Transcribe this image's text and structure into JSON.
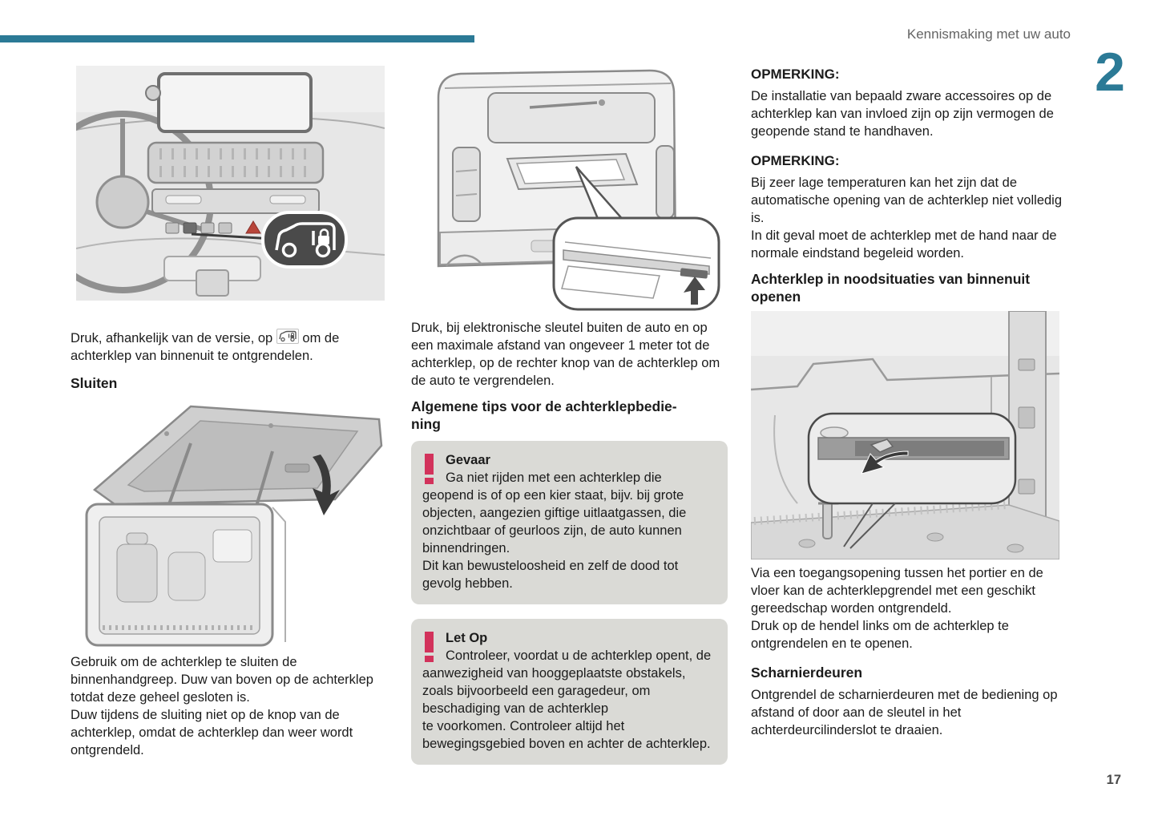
{
  "header": {
    "title": "Kennismaking met uw auto",
    "chapter": "2"
  },
  "page_number": "17",
  "colors": {
    "accent_teal": "#2b7a96",
    "warning_red": "#d2325b",
    "warning_box_bg": "#dadad6"
  },
  "left_column": {
    "para1_before": "Druk, afhankelijk van de versie, op ",
    "para1_icon": "van-lock-icon",
    "para1_after": " om de achterklep van binnenuit te ontgrendelen.",
    "heading_sluiten": "Sluiten",
    "para2": "Gebruik om de achterklep te sluiten de binnenhandgreep. Duw van boven op de achterklep totdat deze geheel gesloten is.\nDuw tijdens de sluiting niet op de knop van de achterklep, omdat de achterklep dan weer wordt ontgrendeld."
  },
  "middle_column": {
    "para1": "Druk, bij elektronische sleutel buiten de auto en op een maximale afstand van ongeveer 1 meter tot de achterklep, op de rechter knop van de achterklep om de auto te vergrendelen.",
    "heading_tips": "Algemene tips voor de achterklepbedie-\nning",
    "danger_box": {
      "title": "Gevaar",
      "text": "Ga niet rijden met een achterklep die geopend is of op een kier staat, bijv. bij grote objecten, aangezien giftige uitlaatgassen, die onzichtbaar of geurloos zijn, de auto kunnen binnendringen.\nDit kan bewusteloosheid en zelf de dood tot gevolg hebben."
    },
    "caution_box": {
      "title": "Let Op",
      "text": "Controleer, voordat u de achterklep opent, de aanwezigheid van hooggeplaatste obstakels, zoals bijvoorbeeld een garagedeur, om beschadiging van de achterklep\nte voorkomen. Controleer altijd het bewegingsgebied boven en achter de achterklep."
    }
  },
  "right_column": {
    "note1_label": "OPMERKING:",
    "note1_text": "De installatie van bepaald zware accessoires op de achterklep kan van invloed zijn op zijn vermogen de geopende stand te handhaven.",
    "note2_label": "OPMERKING:",
    "note2_text": "Bij zeer lage temperaturen kan het zijn dat de automatische opening van de achterklep niet volledig is.\nIn dit geval moet de achterklep met de hand naar de normale eindstand begeleid worden.",
    "heading_emergency": "Achterklep in noodsituaties van binnenuit openen",
    "para_emergency": "Via een toegangsopening tussen het portier en de vloer kan de achterklepgrendel met een geschikt gereedschap worden ontgrendeld.\nDruk op de hendel links om de achterklep te ontgrendelen en te openen.",
    "heading_hinged": "Scharnierdeuren",
    "para_hinged": "Ontgrendel de scharnierdeuren met de bediening op afstand of door aan de sleutel in het achterdeurcilinderslot te draaien."
  }
}
